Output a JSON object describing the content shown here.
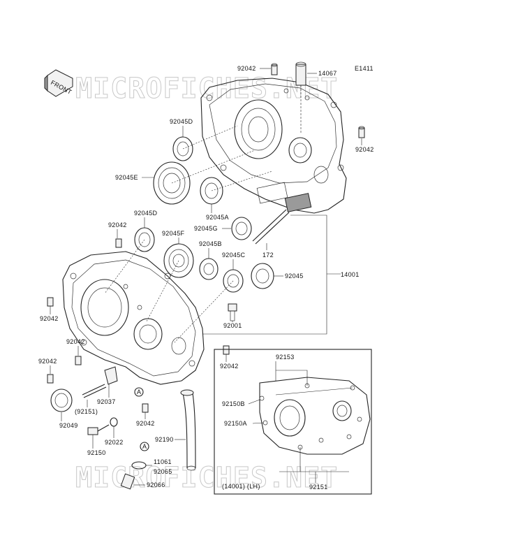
{
  "diagram": {
    "code": "E1411",
    "front_label": "FRONT",
    "watermark_text": "MICROFICHES.NET",
    "inset_caption": "(14001) (LH)"
  },
  "callouts": {
    "c92042_top": "92042",
    "c14067": "14067",
    "c92045D_upper": "92045D",
    "c92042_right": "92042",
    "c92045E": "92045E",
    "c92045A": "92045A",
    "c92045D_lower": "92045D",
    "c92042_left_upper": "92042",
    "c92045G": "92045G",
    "c92045F": "92045F",
    "c92045B": "92045B",
    "c172": "172",
    "c92045C": "92045C",
    "c14001": "14001",
    "c92045": "92045",
    "c92042_left_mid": "92042",
    "c92001": "92001",
    "c92042_left_low1": "92042",
    "c92042_left_low2": "92042",
    "c92042_center": "92042",
    "c92153": "92153",
    "c92037": "92037",
    "c92151_paren": "(92151)",
    "c92150B": "92150B",
    "c92150A": "92150A",
    "c92049": "92049",
    "c92042_bottom": "92042",
    "c92022": "92022",
    "c92190": "92190",
    "c92150": "92150",
    "c11061": "11061",
    "c92065": "92065",
    "c92066": "92066",
    "c92151": "92151",
    "ref_A_upper": "A",
    "ref_A_lower": "A"
  }
}
